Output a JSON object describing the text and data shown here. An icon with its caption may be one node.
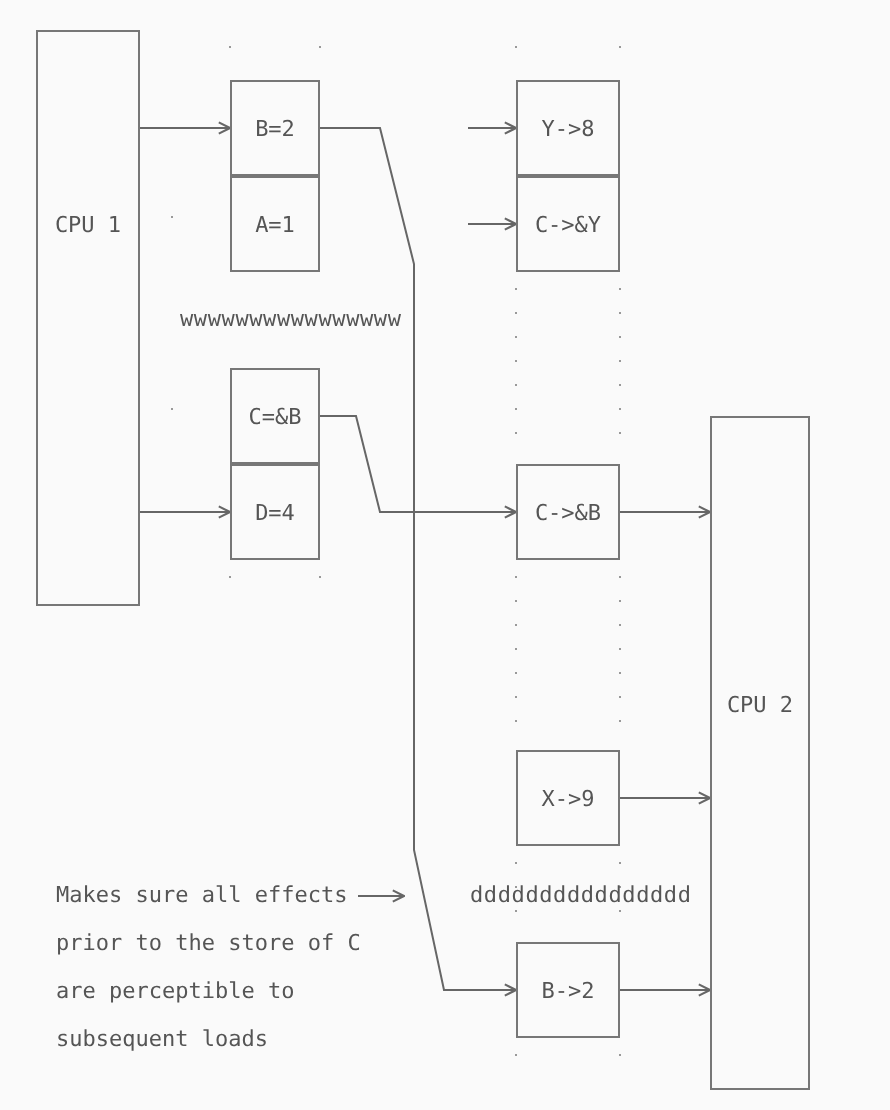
{
  "diagram": {
    "nodes": [
      {
        "text": [
          "CPU 1"
        ]
      },
      {
        "text": [
          "B=2"
        ]
      },
      {
        "text": [
          "A=1"
        ]
      },
      {
        "text": [
          "C=&B"
        ]
      },
      {
        "text": [
          "D=4"
        ]
      },
      {
        "text": [
          "Y->8"
        ]
      },
      {
        "text": [
          "C->&Y"
        ]
      },
      {
        "text": [
          "C->&B"
        ]
      },
      {
        "text": [
          "X->9"
        ]
      },
      {
        "text": [
          "B->2"
        ]
      },
      {
        "text": [
          "CPU 2"
        ]
      },
      {
        "text": [
          "Makes sure all effects prior to the store of C are perceptible to subsequent loads"
        ]
      }
    ],
    "edges": [
      {
        "from": 0,
        "to": 1,
        "arrow": "to"
      },
      {
        "from": 0,
        "to": 4,
        "arrow": "to"
      },
      {
        "from": null,
        "to": 5,
        "arrow": "to"
      },
      {
        "from": null,
        "to": 6,
        "arrow": "to"
      },
      {
        "from": 3,
        "to": 7,
        "arrow": "to"
      },
      {
        "from": 1,
        "to": 9,
        "arrow": "to"
      },
      {
        "from": 7,
        "to": 10,
        "arrow": "to"
      },
      {
        "from": 8,
        "to": 10,
        "arrow": "to"
      },
      {
        "from": 9,
        "to": 10,
        "arrow": "to"
      },
      {
        "from": 11,
        "to": null,
        "arrow": "to"
      }
    ],
    "labels": [
      "wwwwwwwwwwwwwwww",
      "dddddddddddddddd"
    ]
  }
}
